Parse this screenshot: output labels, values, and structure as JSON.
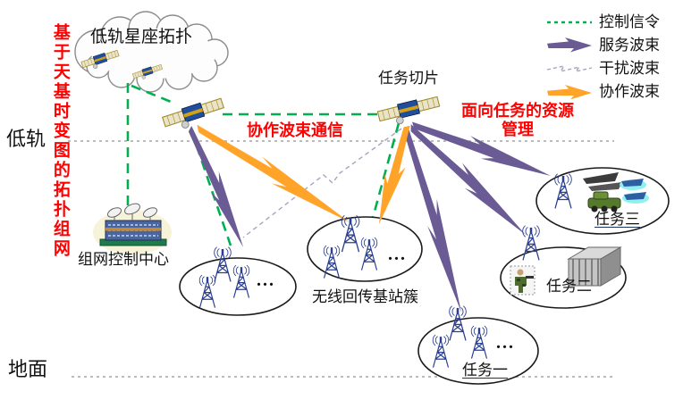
{
  "cloud": {
    "title": "低轨星座拓扑"
  },
  "annotations": {
    "space_based_note": "基于天基时变图的拓扑组网",
    "coop_beam_comm": "协作波束通信",
    "task_slice": "任务切片",
    "task_resource_line1": "面向任务的资源",
    "task_resource_line2": "管理"
  },
  "layers": {
    "leo": "低轨",
    "ground": "地面"
  },
  "nodes": {
    "control_center": "组网控制中心",
    "backhaul_cluster": "无线回传基站簇",
    "task1": "任务一",
    "task2": "任务二",
    "task3": "任务三",
    "ellipsis": "..."
  },
  "legend": {
    "items": [
      {
        "label": "控制信令",
        "style": "dashed-line",
        "color": "#00B050"
      },
      {
        "label": "服务波束",
        "style": "lightning",
        "color": "#6B5B95"
      },
      {
        "label": "干扰波束",
        "style": "dashed-lightning",
        "color": "#A8A4C0"
      },
      {
        "label": "协作波束",
        "style": "lightning",
        "color": "#FFA428"
      }
    ]
  },
  "colors": {
    "control_signal": "#00B050",
    "service_beam": "#6B5B95",
    "interference_beam": "#A8A4C0",
    "cooperative_beam": "#FFA428",
    "annotation_red": "#FF0000",
    "boundary_gray": "#BBBBBB"
  }
}
